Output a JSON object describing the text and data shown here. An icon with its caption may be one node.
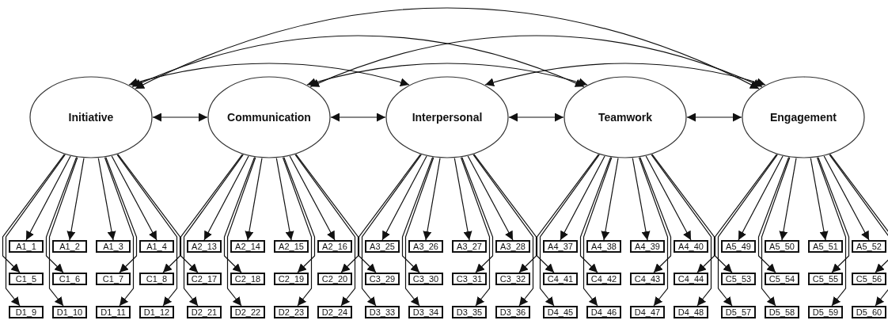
{
  "diagram": {
    "nodes": [
      {
        "text": [
          "Initiative"
        ]
      },
      {
        "text": [
          "Communication"
        ]
      },
      {
        "text": [
          "Interpersonal"
        ]
      },
      {
        "text": [
          "Teamwork"
        ]
      },
      {
        "text": [
          "Engagement"
        ]
      },
      {
        "text": [
          "A1_1"
        ]
      },
      {
        "text": [
          "A1_2"
        ]
      },
      {
        "text": [
          "A1_3"
        ]
      },
      {
        "text": [
          "A1_4"
        ]
      },
      {
        "text": [
          "C1_5"
        ]
      },
      {
        "text": [
          "C1_6"
        ]
      },
      {
        "text": [
          "C1_7"
        ]
      },
      {
        "text": [
          "C1_8"
        ]
      },
      {
        "text": [
          "D1_9"
        ]
      },
      {
        "text": [
          "D1_10"
        ]
      },
      {
        "text": [
          "D1_11"
        ]
      },
      {
        "text": [
          "D1_12"
        ]
      },
      {
        "text": [
          "A2_13"
        ]
      },
      {
        "text": [
          "A2_14"
        ]
      },
      {
        "text": [
          "A2_15"
        ]
      },
      {
        "text": [
          "A2_16"
        ]
      },
      {
        "text": [
          "C2_17"
        ]
      },
      {
        "text": [
          "C2_18"
        ]
      },
      {
        "text": [
          "C2_19"
        ]
      },
      {
        "text": [
          "C2_20"
        ]
      },
      {
        "text": [
          "D2_21"
        ]
      },
      {
        "text": [
          "D2_22"
        ]
      },
      {
        "text": [
          "D2_23"
        ]
      },
      {
        "text": [
          "D2_24"
        ]
      },
      {
        "text": [
          "A3_25"
        ]
      },
      {
        "text": [
          "A3_26"
        ]
      },
      {
        "text": [
          "A3_27"
        ]
      },
      {
        "text": [
          "A3_28"
        ]
      },
      {
        "text": [
          "C3_29"
        ]
      },
      {
        "text": [
          "C3_30"
        ]
      },
      {
        "text": [
          "C3_31"
        ]
      },
      {
        "text": [
          "C3_32"
        ]
      },
      {
        "text": [
          "D3_33"
        ]
      },
      {
        "text": [
          "D3_34"
        ]
      },
      {
        "text": [
          "D3_35"
        ]
      },
      {
        "text": [
          "D3_36"
        ]
      },
      {
        "text": [
          "A4_37"
        ]
      },
      {
        "text": [
          "A4_38"
        ]
      },
      {
        "text": [
          "A4_39"
        ]
      },
      {
        "text": [
          "A4_40"
        ]
      },
      {
        "text": [
          "C4_41"
        ]
      },
      {
        "text": [
          "C4_42"
        ]
      },
      {
        "text": [
          "C4_43"
        ]
      },
      {
        "text": [
          "C4_44"
        ]
      },
      {
        "text": [
          "D4_45"
        ]
      },
      {
        "text": [
          "D4_46"
        ]
      },
      {
        "text": [
          "D4_47"
        ]
      },
      {
        "text": [
          "D4_48"
        ]
      },
      {
        "text": [
          "A5_49"
        ]
      },
      {
        "text": [
          "A5_50"
        ]
      },
      {
        "text": [
          "A5_51"
        ]
      },
      {
        "text": [
          "A5_52"
        ]
      },
      {
        "text": [
          "C5_53"
        ]
      },
      {
        "text": [
          "C5_54"
        ]
      },
      {
        "text": [
          "C5_55"
        ]
      },
      {
        "text": [
          "C5_56"
        ]
      },
      {
        "text": [
          "D5_57"
        ]
      },
      {
        "text": [
          "D5_58"
        ]
      },
      {
        "text": [
          "D5_59"
        ]
      },
      {
        "text": [
          "D5_60"
        ]
      }
    ],
    "edges": [
      {
        "from": 0,
        "to": 1,
        "arrow": "both"
      },
      {
        "from": 1,
        "to": 2,
        "arrow": "both"
      },
      {
        "from": 2,
        "to": 3,
        "arrow": "both"
      },
      {
        "from": 3,
        "to": 4,
        "arrow": "both"
      },
      {
        "from": 0,
        "to": 2,
        "arrow": "both"
      },
      {
        "from": 0,
        "to": 3,
        "arrow": "both"
      },
      {
        "from": 0,
        "to": 4,
        "arrow": "both"
      },
      {
        "from": 1,
        "to": 3,
        "arrow": "both"
      },
      {
        "from": 1,
        "to": 4,
        "arrow": "both"
      },
      {
        "from": 2,
        "to": 4,
        "arrow": "both"
      },
      {
        "from": 0,
        "to": 5,
        "arrow": "to"
      },
      {
        "from": 0,
        "to": 6,
        "arrow": "to"
      },
      {
        "from": 0,
        "to": 7,
        "arrow": "to"
      },
      {
        "from": 0,
        "to": 8,
        "arrow": "to"
      },
      {
        "from": 0,
        "to": 9,
        "arrow": "to"
      },
      {
        "from": 0,
        "to": 10,
        "arrow": "to"
      },
      {
        "from": 0,
        "to": 11,
        "arrow": "to"
      },
      {
        "from": 0,
        "to": 12,
        "arrow": "to"
      },
      {
        "from": 0,
        "to": 13,
        "arrow": "to"
      },
      {
        "from": 0,
        "to": 14,
        "arrow": "to"
      },
      {
        "from": 0,
        "to": 15,
        "arrow": "to"
      },
      {
        "from": 0,
        "to": 16,
        "arrow": "to"
      },
      {
        "from": 1,
        "to": 17,
        "arrow": "to"
      },
      {
        "from": 1,
        "to": 18,
        "arrow": "to"
      },
      {
        "from": 1,
        "to": 19,
        "arrow": "to"
      },
      {
        "from": 1,
        "to": 20,
        "arrow": "to"
      },
      {
        "from": 1,
        "to": 21,
        "arrow": "to"
      },
      {
        "from": 1,
        "to": 22,
        "arrow": "to"
      },
      {
        "from": 1,
        "to": 23,
        "arrow": "to"
      },
      {
        "from": 1,
        "to": 24,
        "arrow": "to"
      },
      {
        "from": 1,
        "to": 25,
        "arrow": "to"
      },
      {
        "from": 1,
        "to": 26,
        "arrow": "to"
      },
      {
        "from": 1,
        "to": 27,
        "arrow": "to"
      },
      {
        "from": 1,
        "to": 28,
        "arrow": "to"
      },
      {
        "from": 2,
        "to": 29,
        "arrow": "to"
      },
      {
        "from": 2,
        "to": 30,
        "arrow": "to"
      },
      {
        "from": 2,
        "to": 31,
        "arrow": "to"
      },
      {
        "from": 2,
        "to": 32,
        "arrow": "to"
      },
      {
        "from": 2,
        "to": 33,
        "arrow": "to"
      },
      {
        "from": 2,
        "to": 34,
        "arrow": "to"
      },
      {
        "from": 2,
        "to": 35,
        "arrow": "to"
      },
      {
        "from": 2,
        "to": 36,
        "arrow": "to"
      },
      {
        "from": 2,
        "to": 37,
        "arrow": "to"
      },
      {
        "from": 2,
        "to": 38,
        "arrow": "to"
      },
      {
        "from": 2,
        "to": 39,
        "arrow": "to"
      },
      {
        "from": 2,
        "to": 40,
        "arrow": "to"
      },
      {
        "from": 3,
        "to": 41,
        "arrow": "to"
      },
      {
        "from": 3,
        "to": 42,
        "arrow": "to"
      },
      {
        "from": 3,
        "to": 43,
        "arrow": "to"
      },
      {
        "from": 3,
        "to": 44,
        "arrow": "to"
      },
      {
        "from": 3,
        "to": 45,
        "arrow": "to"
      },
      {
        "from": 3,
        "to": 46,
        "arrow": "to"
      },
      {
        "from": 3,
        "to": 47,
        "arrow": "to"
      },
      {
        "from": 3,
        "to": 48,
        "arrow": "to"
      },
      {
        "from": 3,
        "to": 49,
        "arrow": "to"
      },
      {
        "from": 3,
        "to": 50,
        "arrow": "to"
      },
      {
        "from": 3,
        "to": 51,
        "arrow": "to"
      },
      {
        "from": 3,
        "to": 52,
        "arrow": "to"
      },
      {
        "from": 4,
        "to": 53,
        "arrow": "to"
      },
      {
        "from": 4,
        "to": 54,
        "arrow": "to"
      },
      {
        "from": 4,
        "to": 55,
        "arrow": "to"
      },
      {
        "from": 4,
        "to": 56,
        "arrow": "to"
      },
      {
        "from": 4,
        "to": 57,
        "arrow": "to"
      },
      {
        "from": 4,
        "to": 58,
        "arrow": "to"
      },
      {
        "from": 4,
        "to": 59,
        "arrow": "to"
      },
      {
        "from": 4,
        "to": 60,
        "arrow": "to"
      },
      {
        "from": 4,
        "to": 61,
        "arrow": "to"
      },
      {
        "from": 4,
        "to": 62,
        "arrow": "to"
      },
      {
        "from": 4,
        "to": 63,
        "arrow": "to"
      },
      {
        "from": 4,
        "to": 64,
        "arrow": "to"
      }
    ]
  }
}
